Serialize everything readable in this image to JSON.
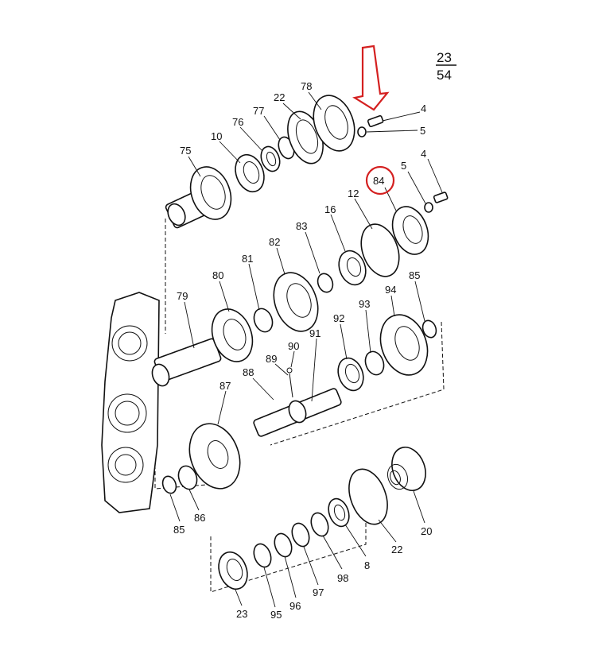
{
  "page_number": {
    "top": "23",
    "bottom": "54"
  },
  "highlight_color": "#d42020",
  "highlighted_label": "84",
  "labels": {
    "l75": "75",
    "l10": "10",
    "l76": "76",
    "l77": "77",
    "l22a": "22",
    "l78": "78",
    "l4a": "4",
    "l5a": "5",
    "l84": "84",
    "l5b": "5",
    "l4b": "4",
    "l12": "12",
    "l16": "16",
    "l83": "83",
    "l82": "82",
    "l81": "81",
    "l80": "80",
    "l79": "79",
    "l94": "94",
    "l85a": "85",
    "l93": "93",
    "l92": "92",
    "l91": "91",
    "l90": "90",
    "l89": "89",
    "l88": "88",
    "l87": "87",
    "l85b": "85",
    "l86": "86",
    "l20": "20",
    "l22b": "22",
    "l8": "8",
    "l98": "98",
    "l97": "97",
    "l96": "96",
    "l95": "95",
    "l23": "23"
  }
}
